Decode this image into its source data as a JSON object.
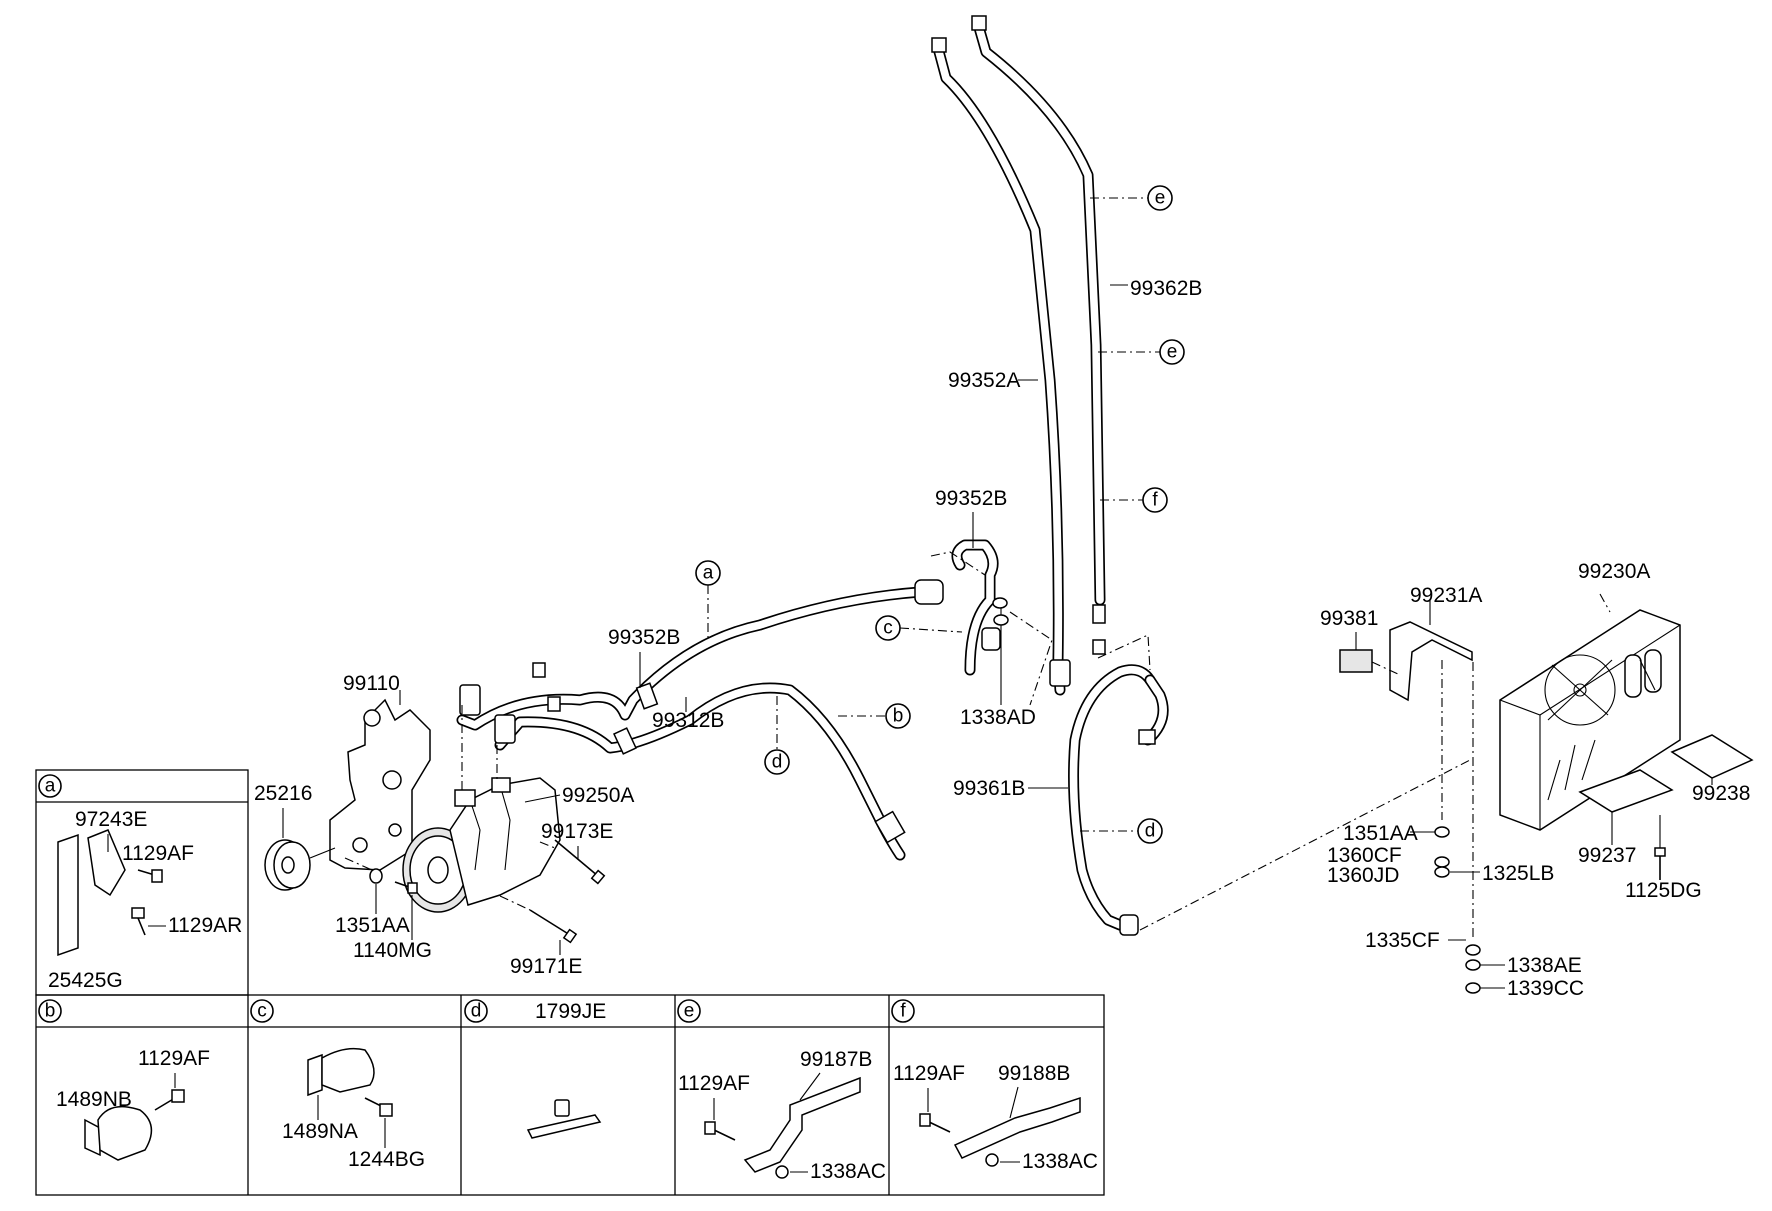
{
  "diagram": {
    "pipe_labels": {
      "p99352A": "99352A",
      "p99362B": "99362B",
      "p99352B_top": "99352B",
      "p99352B_mid": "99352B",
      "p99312B": "99312B",
      "p99361B": "99361B",
      "p1338AD": "1338AD"
    },
    "compressor_labels": {
      "p99110": "99110",
      "p25216": "25216",
      "p99250A": "99250A",
      "p99173E": "99173E",
      "p1351AA": "1351AA",
      "p1140MG": "1140MG",
      "p99171E": "99171E"
    },
    "condenser_labels": {
      "p99381": "99381",
      "p99231A": "99231A",
      "p99230A": "99230A",
      "p99238": "99238",
      "p99237": "99237",
      "p1351AA": "1351AA",
      "p1360CF": "1360CF",
      "p1360JD": "1360JD",
      "p1325LB": "1325LB",
      "p1125DG": "1125DG",
      "p1335CF": "1335CF",
      "p1338AE": "1338AE",
      "p1339CC": "1339CC"
    },
    "callouts": {
      "a": "a",
      "b": "b",
      "c": "c",
      "d": "d",
      "e": "e",
      "f": "f"
    },
    "detail_a": {
      "tag": "a",
      "p97243E": "97243E",
      "p1129AF": "1129AF",
      "p1129AR": "1129AR",
      "p25425G": "25425G"
    },
    "detail_b": {
      "tag": "b",
      "p1129AF": "1129AF",
      "p1489NB": "1489NB"
    },
    "detail_c": {
      "tag": "c",
      "p1489NA": "1489NA",
      "p1244BG": "1244BG"
    },
    "detail_d": {
      "tag": "d",
      "title": "1799JE"
    },
    "detail_e": {
      "tag": "e",
      "p1129AF": "1129AF",
      "p99187B": "99187B",
      "p1338AC": "1338AC"
    },
    "detail_f": {
      "tag": "f",
      "p1129AF": "1129AF",
      "p99188B": "99188B",
      "p1338AC": "1338AC"
    }
  }
}
